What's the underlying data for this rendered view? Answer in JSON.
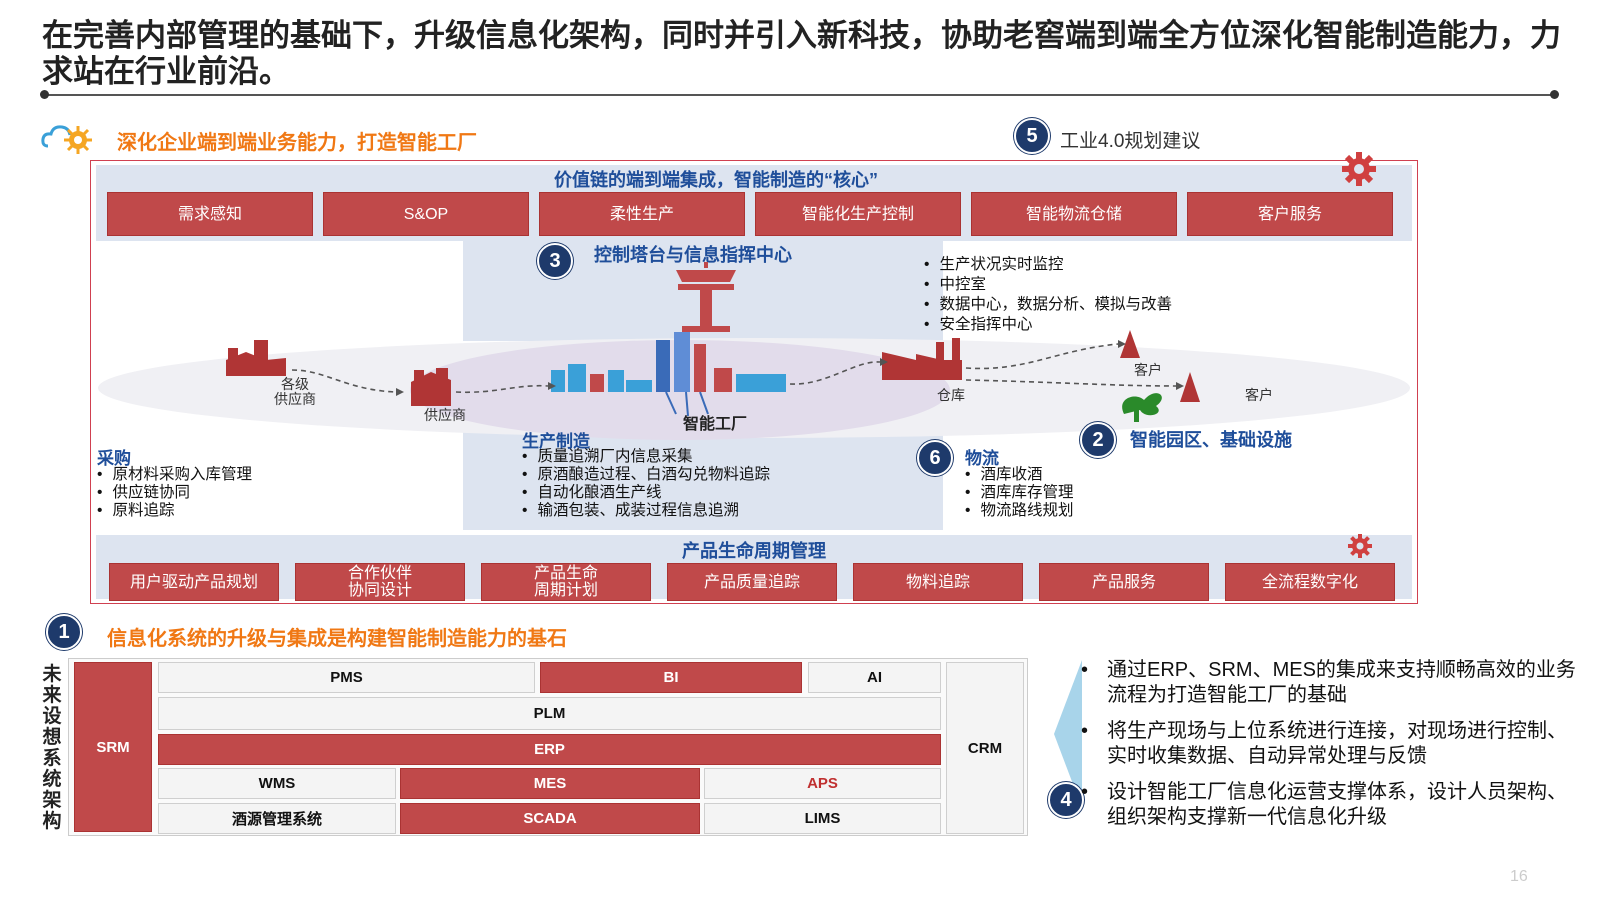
{
  "title": "在完善内部管理的基础下，升级信息化架构，同时并引入新科技，协助老窖端到端全方位深化智能制造能力，力求站在行业前沿。",
  "section_main": "深化企业端到端业务能力，打造智能工厂",
  "callout5": {
    "num": "5",
    "label": "工业4.0规划建议"
  },
  "value_chain": {
    "title": "价值链的端到端集成，智能制造的“核心”",
    "items": [
      "需求感知",
      "S&OP",
      "柔性生产",
      "智能化生产控制",
      "智能物流仓储",
      "客户服务"
    ]
  },
  "control_tower": {
    "num": "3",
    "title": "控制塔台与信息指挥中心",
    "bullets": [
      "生产状况实时监控",
      "中控室",
      "数据中心，数据分析、模拟与改善",
      "安全指挥中心"
    ]
  },
  "flow_labels": {
    "suppliers_multi": "各级\n供应商",
    "supplier": "供应商",
    "factory": "智能工厂",
    "warehouse": "仓库",
    "customer1": "客户",
    "customer2": "客户"
  },
  "purchase": {
    "title": "采购",
    "bullets": [
      "原材料采购入库管理",
      "供应链协同",
      "原料追踪"
    ]
  },
  "production": {
    "title": "生产制造",
    "bullets": [
      "质量追溯厂内信息采集",
      "原酒酿造过程、白酒勾兑物料追踪",
      "自动化酿酒生产线",
      "输酒包装、成装过程信息追溯"
    ]
  },
  "logistics": {
    "num": "6",
    "title": "物流",
    "bullets": [
      "酒库收酒",
      "酒库库存管理",
      "物流路线规划"
    ]
  },
  "park": {
    "num": "2",
    "title": "智能园区、基础设施"
  },
  "plm": {
    "title": "产品生命周期管理",
    "items": [
      "用户驱动产品规划",
      "合作伙伴\n协同设计",
      "产品生命\n周期计划",
      "产品质量追踪",
      "物料追踪",
      "产品服务",
      "全流程数字化"
    ]
  },
  "section1": {
    "num": "1",
    "title": "信息化系统的升级与集成是构建智能制造能力的基石"
  },
  "arch_label": "未来设想系统架构",
  "systems": {
    "srm": "SRM",
    "pms": "PMS",
    "bi": "BI",
    "ai": "AI",
    "plm": "PLM",
    "erp": "ERP",
    "wms": "WMS",
    "mes": "MES",
    "aps": "APS",
    "jiuyuan": "酒源管理系统",
    "scada": "SCADA",
    "lims": "LIMS",
    "crm": "CRM"
  },
  "section4": {
    "num": "4",
    "bullets": [
      "通过ERP、SRM、MES的集成来支持顺畅高效的业务流程为打造智能工厂的基础",
      "将生产现场与上位系统进行连接，对现场进行控制、实时收集数据、自动异常处理与反馈",
      "设计智能工厂信息化运营支撑体系，设计人员架构、组织架构支撑新一代信息化升级"
    ]
  },
  "page_number": "16",
  "colors": {
    "accent_red": "#c0494a",
    "navy": "#1e3a6b",
    "orange": "#f07814",
    "band_blue": "#dde4f0"
  }
}
